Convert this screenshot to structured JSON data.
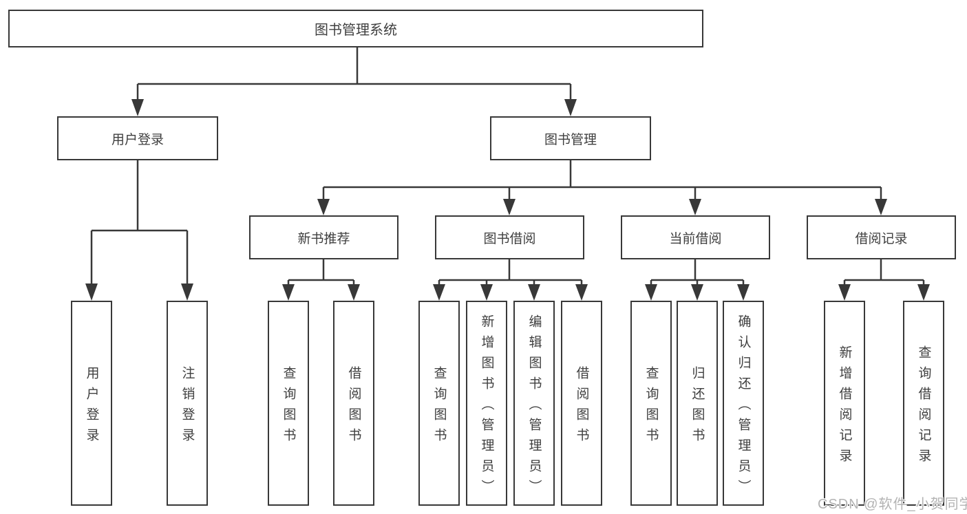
{
  "nodes": {
    "root": "图书管理系统",
    "user_login": "用户登录",
    "book_mgmt": "图书管理",
    "new_book_rec": "新书推荐",
    "book_borrow": "图书借阅",
    "current_borrow": "当前借阅",
    "borrow_records": "借阅记录",
    "leaves": {
      "user_login": [
        "用户登录",
        "注销登录"
      ],
      "new_book_rec": [
        "查询图书",
        "借阅图书"
      ],
      "book_borrow": [
        "查询图书",
        "新增图书（管理员）",
        "编辑图书（管理员）",
        "借阅图书"
      ],
      "current_borrow": [
        "查询图书",
        "归还图书",
        "确认归还（管理员）"
      ],
      "borrow_records": [
        "新增借阅记录",
        "查询借阅记录"
      ]
    }
  },
  "watermark": "CSDN @软件_小贺同学",
  "colors": {
    "line": "#383838",
    "box_border": "#383838",
    "box_bg": "#ffffff",
    "text": "#3f3f3f",
    "watermark": "#b3b3b3"
  }
}
